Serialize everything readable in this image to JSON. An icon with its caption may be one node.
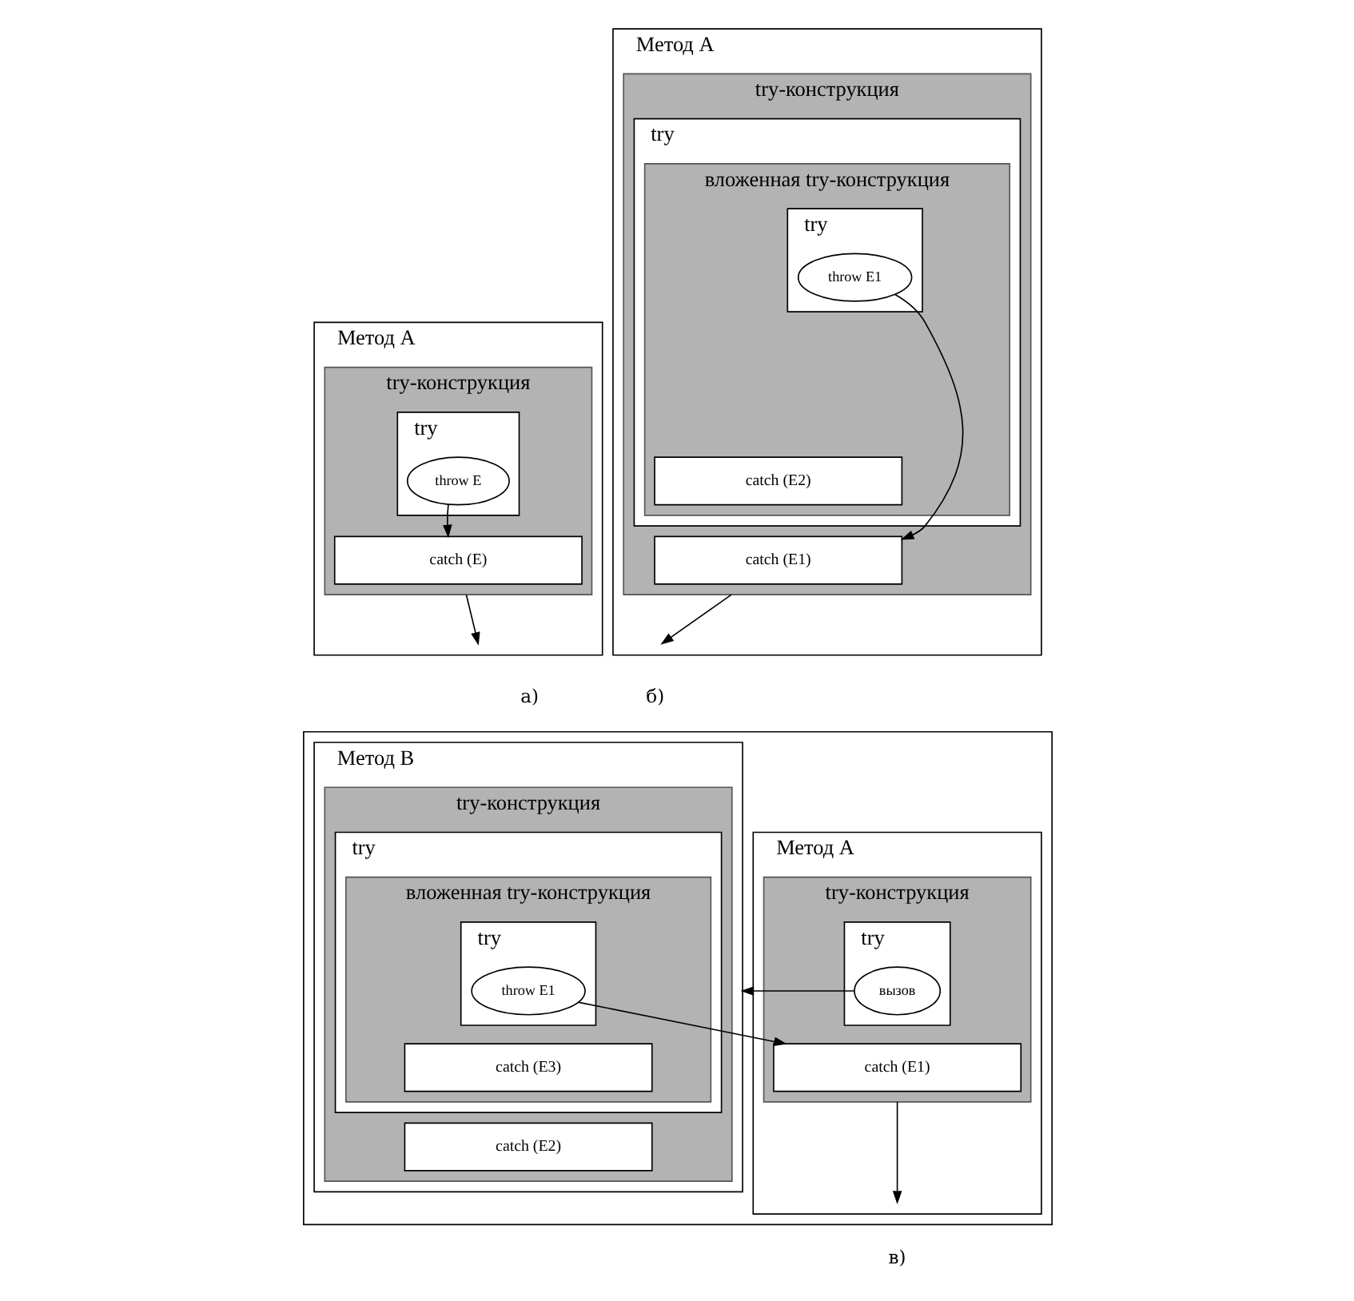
{
  "diagram": {
    "nodes": [
      {
        "text": [
          "Метод А"
        ]
      },
      {
        "text": [
          "try-конструкция"
        ],
        "in": 0
      },
      {
        "text": [
          "try"
        ],
        "in": 1
      },
      {
        "text": [
          "throw E"
        ],
        "in": 2
      },
      {
        "text": [
          "catch (E)"
        ],
        "in": 1
      },
      {
        "text": [
          "Метод А"
        ]
      },
      {
        "text": [
          "try-конструкция"
        ],
        "in": 5
      },
      {
        "text": [
          "try"
        ],
        "in": 6
      },
      {
        "text": [
          "вложенная try-конструкция"
        ],
        "in": 7
      },
      {
        "text": [
          "try"
        ],
        "in": 8
      },
      {
        "text": [
          "throw E1"
        ],
        "in": 9
      },
      {
        "text": [
          "catch (E2)"
        ],
        "in": 8
      },
      {
        "text": [
          "catch (E1)"
        ],
        "in": 6
      },
      {
        "text": [],
        "shape": "box"
      },
      {
        "text": [
          "Метод А"
        ],
        "in": 13
      },
      {
        "text": [
          "try-конструкция"
        ],
        "in": 14
      },
      {
        "text": [
          "try"
        ],
        "in": 15
      },
      {
        "text": [
          "вызов"
        ],
        "in": 16
      },
      {
        "text": [
          "catch (E1)"
        ],
        "in": 15
      },
      {
        "text": [
          "Метод В"
        ],
        "in": 13
      },
      {
        "text": [
          "try-конструкция"
        ],
        "in": 19
      },
      {
        "text": [
          "try"
        ],
        "in": 20
      },
      {
        "text": [
          "вложенная try-конструкция"
        ],
        "in": 21
      },
      {
        "text": [
          "try"
        ],
        "in": 22
      },
      {
        "text": [
          "throw E1"
        ],
        "in": 23
      },
      {
        "text": [
          "catch (E3)"
        ],
        "in": 22
      },
      {
        "text": [
          "catch (E2)"
        ],
        "in": 20
      }
    ],
    "edges": [
      {
        "from": 3,
        "to": 4,
        "arrow": "to"
      },
      {
        "from": 1,
        "to": null,
        "arrow": "to"
      },
      {
        "from": 10,
        "to": 12,
        "arrow": "to"
      },
      {
        "from": 6,
        "to": null,
        "arrow": "to"
      },
      {
        "from": 17,
        "to": 19,
        "arrow": "to"
      },
      {
        "from": 24,
        "to": 18,
        "arrow": "to"
      },
      {
        "from": 15,
        "to": null,
        "arrow": "to"
      }
    ],
    "labels": [
      "а)",
      "б)",
      "в)"
    ]
  }
}
